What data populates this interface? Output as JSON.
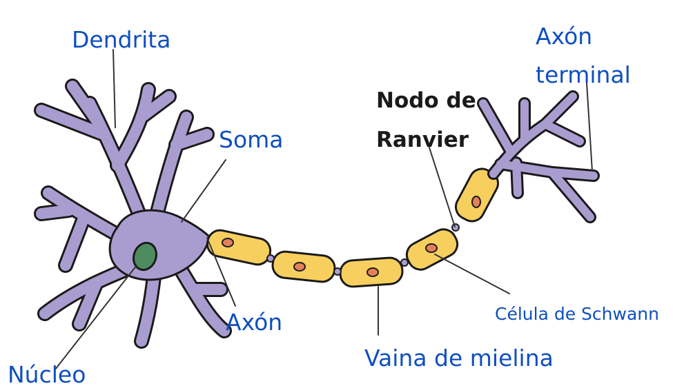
{
  "labels": {
    "dendrita": "Dendrita",
    "axon_terminal_1": "Axón",
    "axon_terminal_2": "terminal",
    "nodo_1": "Nodo de",
    "nodo_2": "Ranvier",
    "soma": "Soma",
    "axon": "Axón",
    "celula_schwann": "Célula de Schwann",
    "vaina": "Vaina de mielina",
    "nucleo": "Núcleo"
  },
  "colors": {
    "label_text": "#0f4fbf",
    "emphasis_text": "#1a1a1a",
    "cell_body": "#a99dd0",
    "outline": "#1a1a1a",
    "nucleus": "#4e8b5f",
    "myelin": "#f7cf5e",
    "schwann_nucleus": "#e3805a"
  }
}
